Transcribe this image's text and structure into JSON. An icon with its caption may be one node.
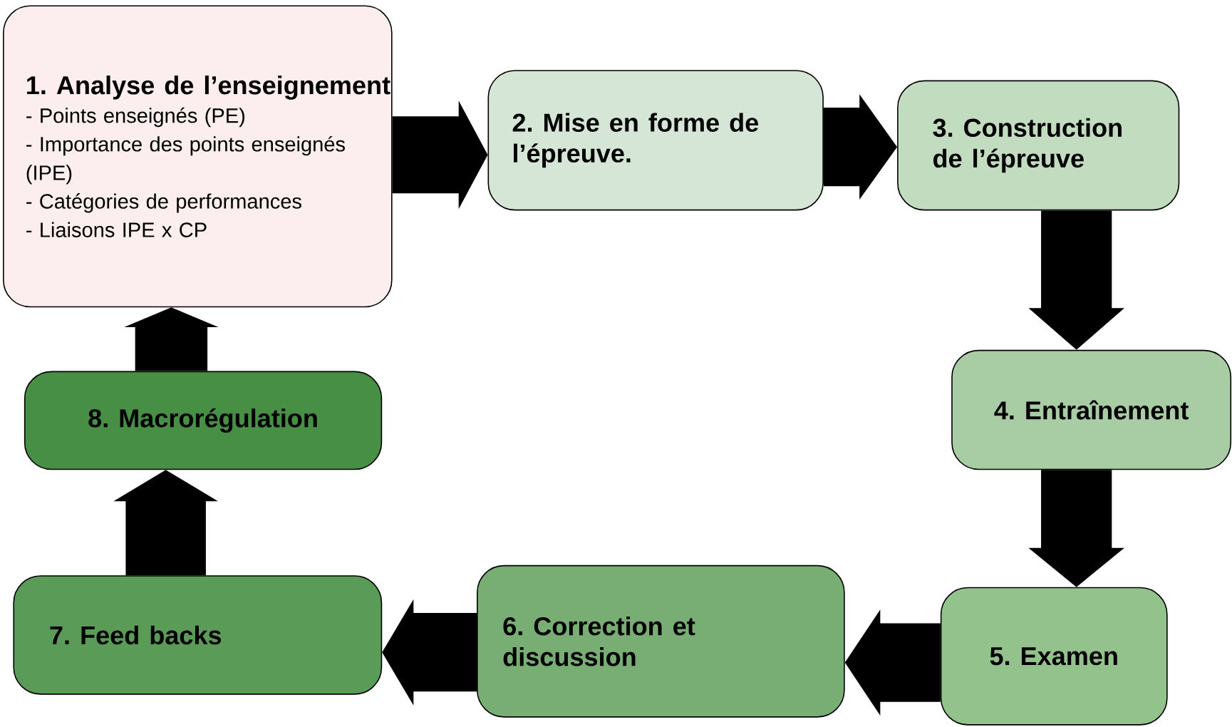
{
  "diagram": {
    "nodes": [
      {
        "text": [
          "1. Analyse de l’enseignement",
          "- Points enseignés (PE)",
          "- Importance des points enseignés (IPE)",
          "- Catégories de performances",
          "- Liaisons IPE x CP"
        ]
      },
      {
        "text": [
          "2. Mise en forme de l’épreuve."
        ]
      },
      {
        "text": [
          "3. Construction de l’épreuve"
        ]
      },
      {
        "text": [
          "4. Entraînement"
        ]
      },
      {
        "text": [
          "5. Examen"
        ]
      },
      {
        "text": [
          "6. Correction et discussion"
        ]
      },
      {
        "text": [
          "7. Feed backs"
        ]
      },
      {
        "text": [
          "8. Macrorégulation"
        ]
      }
    ],
    "edges": [
      {
        "from": 0,
        "to": 1,
        "arrow": "to"
      },
      {
        "from": 1,
        "to": 2,
        "arrow": "to"
      },
      {
        "from": 2,
        "to": 3,
        "arrow": "to"
      },
      {
        "from": 3,
        "to": 4,
        "arrow": "to"
      },
      {
        "from": 4,
        "to": 5,
        "arrow": "to"
      },
      {
        "from": 5,
        "to": 6,
        "arrow": "to"
      },
      {
        "from": 6,
        "to": 7,
        "arrow": "to"
      },
      {
        "from": 7,
        "to": 0,
        "arrow": "to"
      }
    ]
  }
}
